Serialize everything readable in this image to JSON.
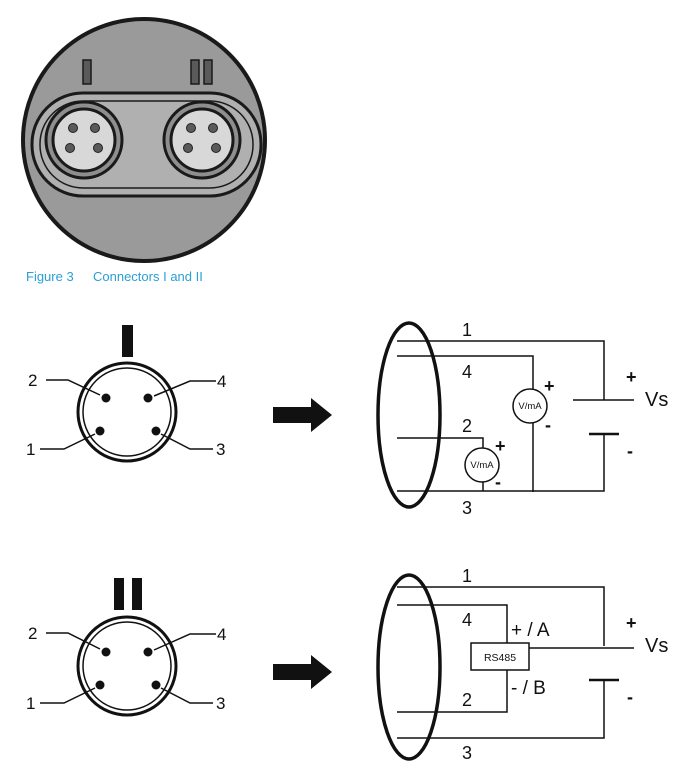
{
  "figure": {
    "number": "Figure 3",
    "title": "Connectors I and II"
  },
  "photo_labels": {
    "left": "I",
    "right": "II"
  },
  "connector_I": {
    "marker": "I",
    "pins": {
      "top_left": "2",
      "top_right": "4",
      "bottom_left": "1",
      "bottom_right": "3"
    },
    "wires": {
      "w1": "1",
      "w4": "4",
      "w2": "2",
      "w3": "3"
    },
    "meter_label": "V/mA",
    "plus": "+",
    "minus": "-",
    "supply_label": "Vs"
  },
  "connector_II": {
    "marker": "II",
    "pins": {
      "top_left": "2",
      "top_right": "4",
      "bottom_left": "1",
      "bottom_right": "3"
    },
    "wires": {
      "w1": "1",
      "w4": "4",
      "w2": "2",
      "w3": "3"
    },
    "bus_label": "RS485",
    "a_label": "+ / A",
    "b_label": "- / B",
    "plus": "+",
    "minus": "-",
    "supply_label": "Vs"
  },
  "colors": {
    "caption": "#2a9fd6",
    "housing": "#9a9a9a",
    "line": "#111111"
  }
}
